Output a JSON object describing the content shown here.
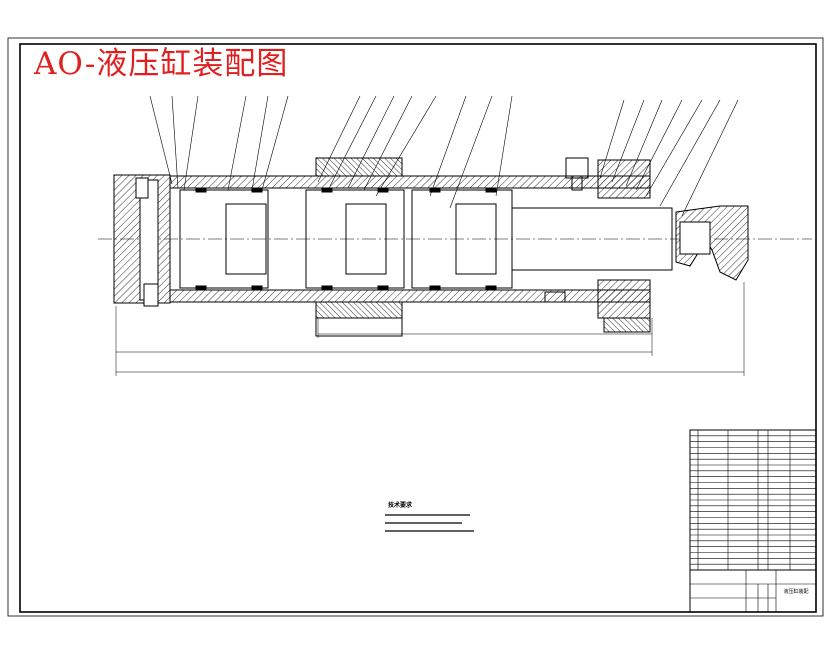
{
  "drawing": {
    "title": "AO-液压缸装配图",
    "tech_requirements_heading": "技术要求",
    "accent_color": "#e02020",
    "line_color": "#000000"
  },
  "title_block": {
    "drawing_name": "液压缸装配"
  }
}
